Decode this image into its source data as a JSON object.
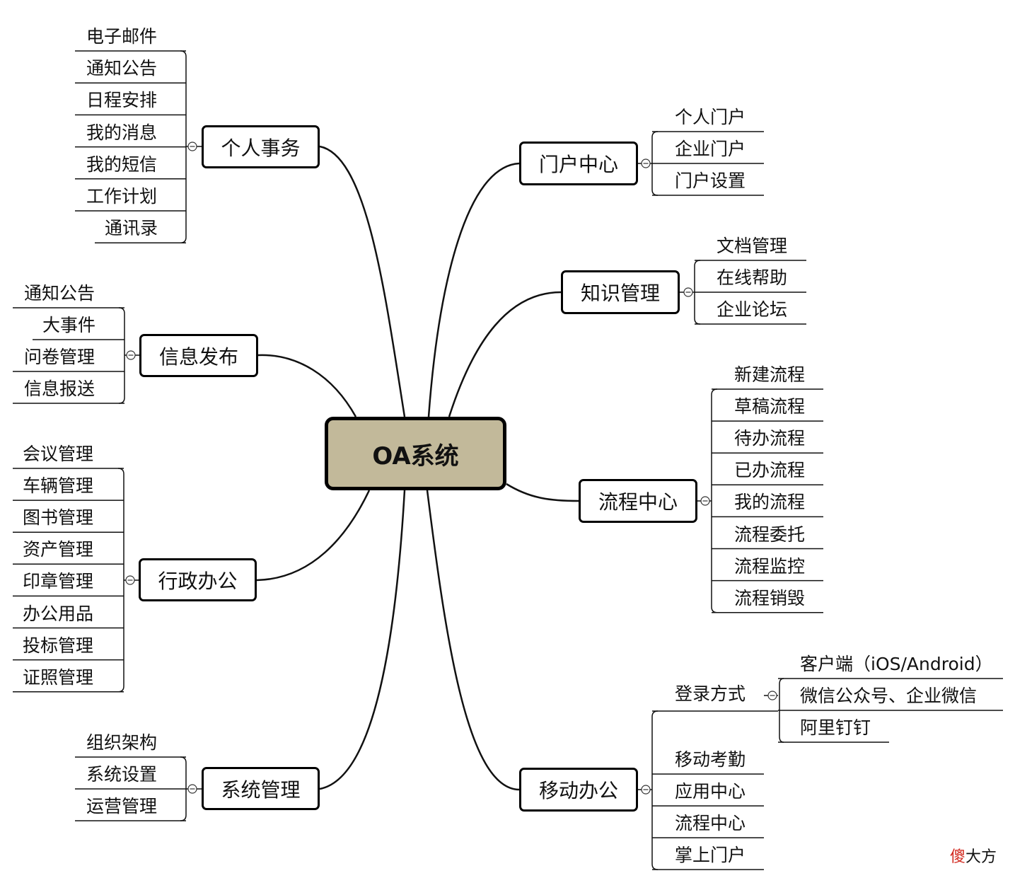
{
  "center": {
    "label": "OA系统",
    "color": "#c2b99a"
  },
  "topics": {
    "personal": {
      "label": "个人事务",
      "items": [
        "电子邮件",
        "通知公告",
        "日程安排",
        "我的消息",
        "我的短信",
        "工作计划",
        "通讯录"
      ]
    },
    "info": {
      "label": "信息发布",
      "items": [
        "通知公告",
        "大事件",
        "问卷管理",
        "信息报送"
      ]
    },
    "admin": {
      "label": "行政办公",
      "items": [
        "会议管理",
        "车辆管理",
        "图书管理",
        "资产管理",
        "印章管理",
        "办公用品",
        "投标管理",
        "证照管理"
      ]
    },
    "system": {
      "label": "系统管理",
      "items": [
        "组织架构",
        "系统设置",
        "运营管理"
      ]
    },
    "portal": {
      "label": "门户中心",
      "items": [
        "个人门户",
        "企业门户",
        "门户设置"
      ]
    },
    "knowledge": {
      "label": "知识管理",
      "items": [
        "文档管理",
        "在线帮助",
        "企业论坛"
      ]
    },
    "workflow": {
      "label": "流程中心",
      "items": [
        "新建流程",
        "草稿流程",
        "待办流程",
        "已办流程",
        "我的流程",
        "流程委托",
        "流程监控",
        "流程销毁"
      ]
    },
    "mobile": {
      "label": "移动办公",
      "login": {
        "label": "登录方式",
        "items": [
          "客户端（iOS/Android）",
          "微信公众号、企业微信",
          "阿里钉钉"
        ]
      },
      "items": [
        "移动考勤",
        "应用中心",
        "流程中心",
        "掌上门户"
      ]
    }
  },
  "watermark": {
    "red": "傻",
    "black": "大方"
  }
}
